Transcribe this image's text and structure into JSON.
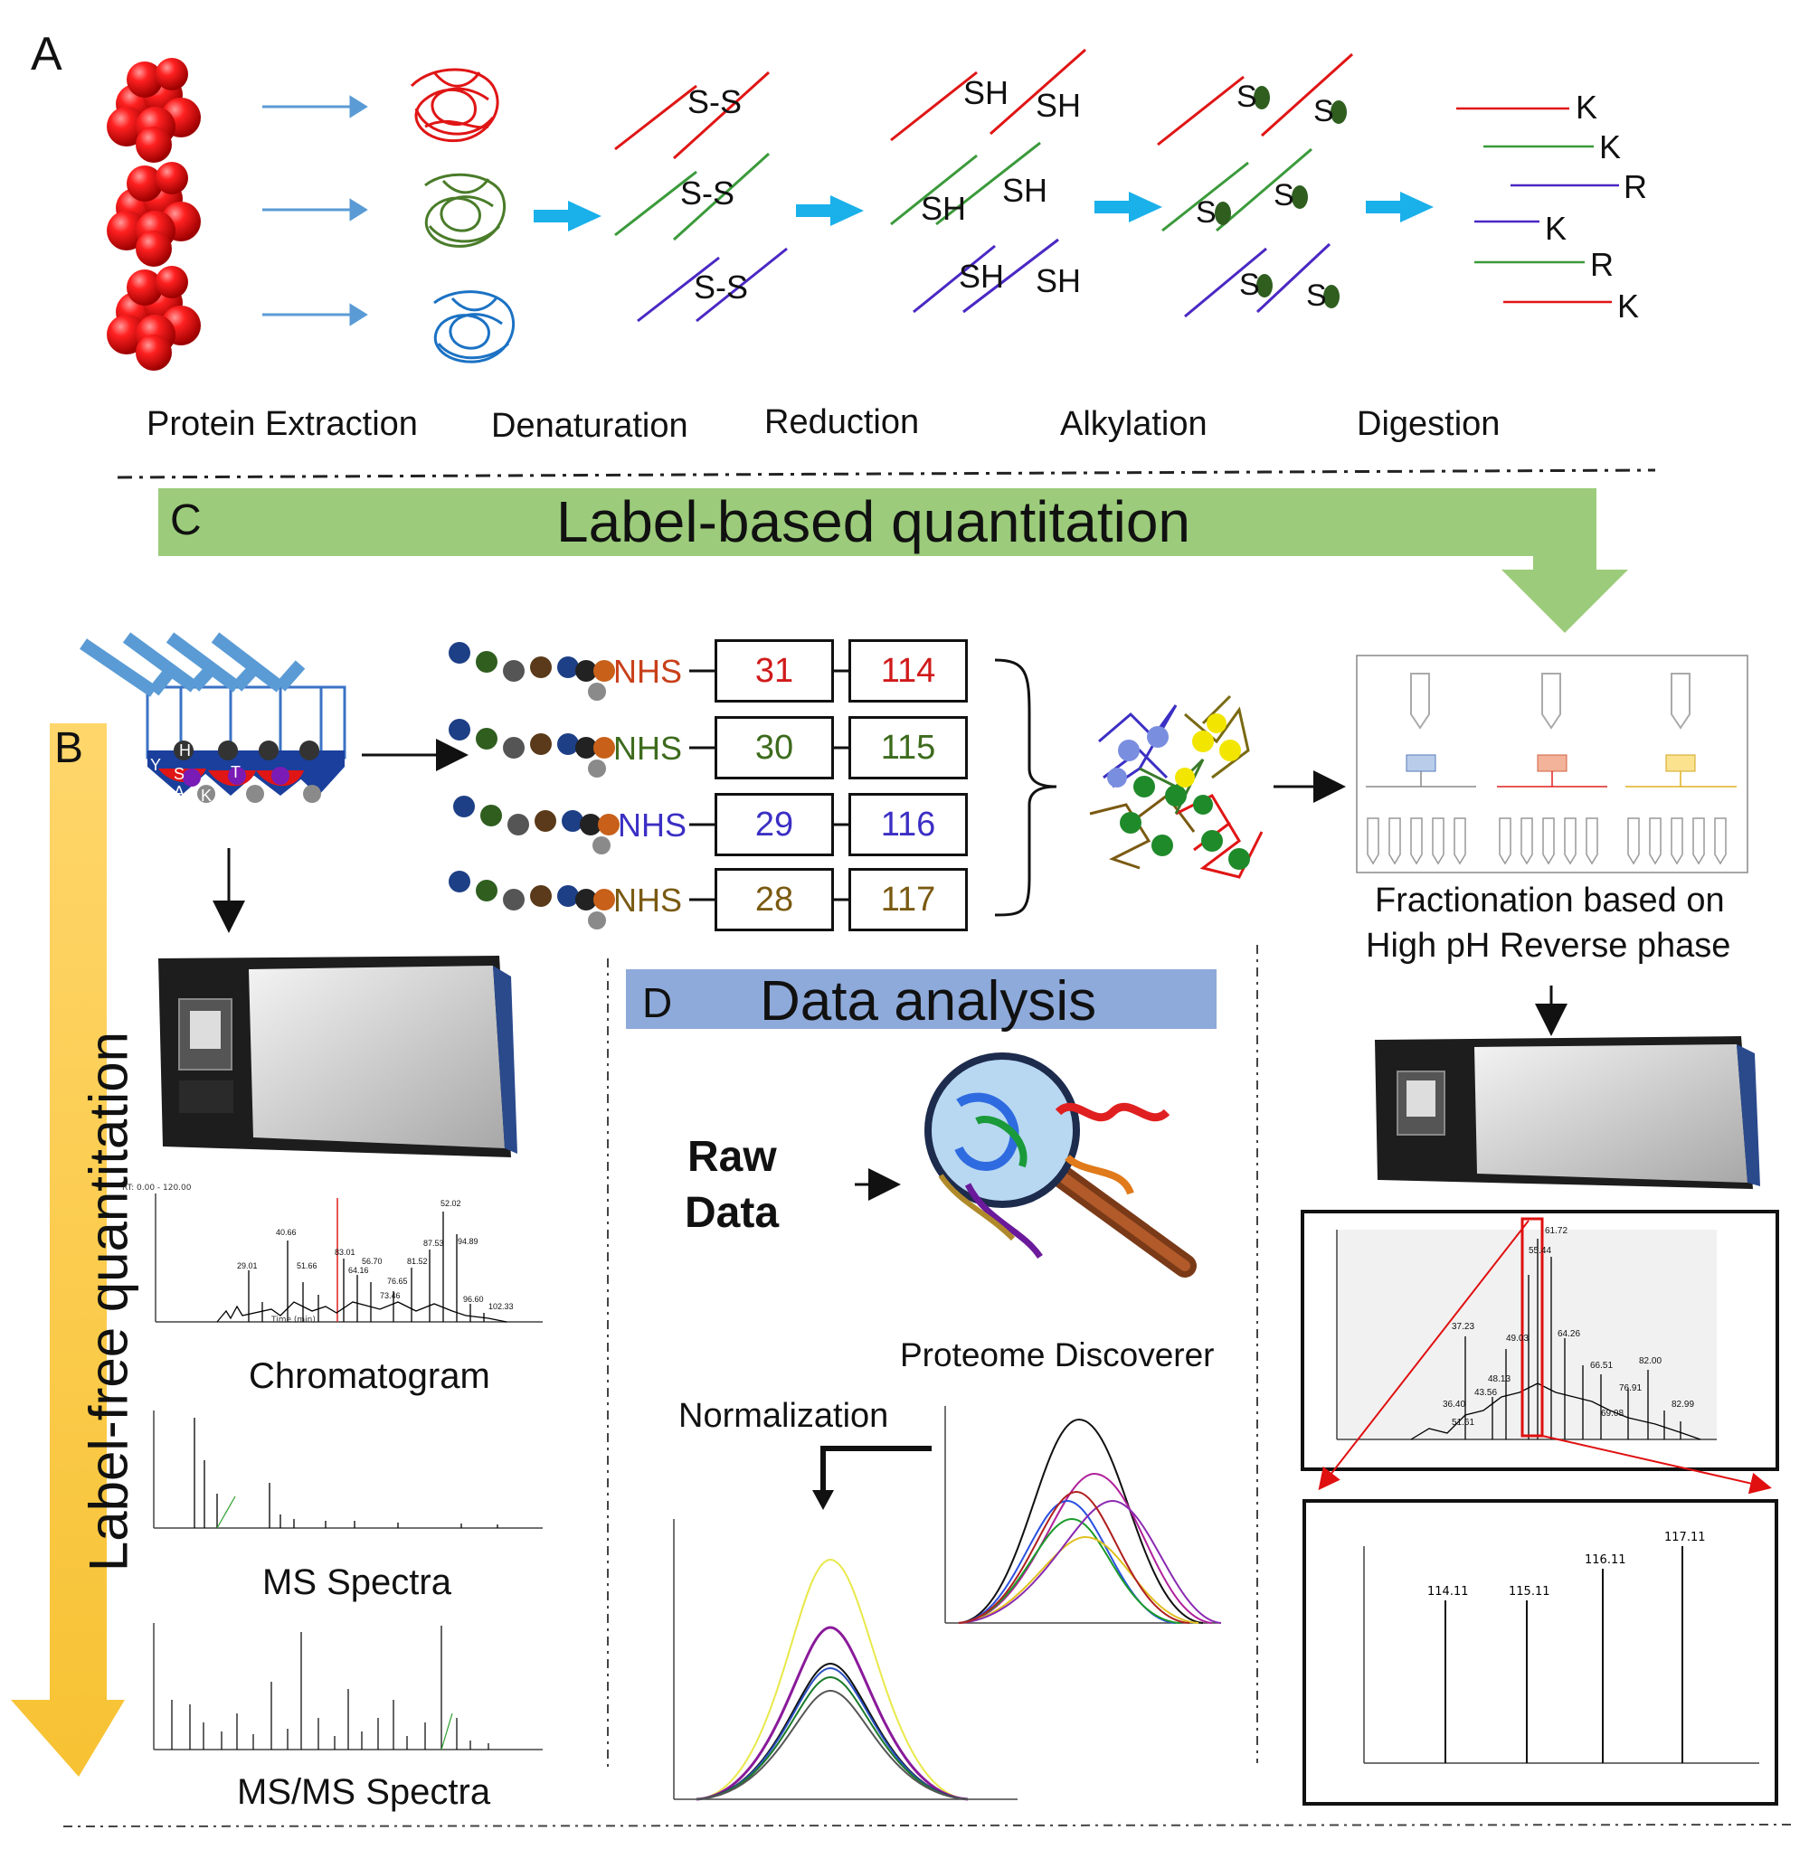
{
  "panel_a": {
    "letter": "A",
    "steps": [
      "Protein Extraction",
      "Denaturation",
      "Reduction",
      "Alkylation",
      "Digestion"
    ],
    "disulfide": "S-S",
    "thiol": "SH",
    "alkyl_s": "S",
    "residues": [
      "K",
      "K",
      "R",
      "K",
      "R",
      "K"
    ]
  },
  "panel_b": {
    "letter": "B",
    "title": "Label-free quantitation",
    "antibody_letters": [
      "Y",
      "S",
      "H",
      "T",
      "A",
      "K"
    ],
    "chromatogram_label": "Chromatogram",
    "ms_label": "MS Spectra",
    "msms_label": "MS/MS Spectra"
  },
  "panel_c": {
    "letter": "C",
    "title": "Label-based quantitation",
    "nhs": "NHS",
    "tags": [
      {
        "reporter": "31",
        "mass": "114",
        "color": "#d01a1a"
      },
      {
        "reporter": "30",
        "mass": "115",
        "color": "#3d6b1d"
      },
      {
        "reporter": "29",
        "mass": "116",
        "color": "#3b2fc4"
      },
      {
        "reporter": "28",
        "mass": "117",
        "color": "#7a5a12"
      }
    ],
    "fraction_label_1": "Fractionation based on",
    "fraction_label_2": "High pH Reverse phase"
  },
  "panel_d": {
    "letter": "D",
    "title": "Data analysis",
    "raw_1": "Raw",
    "raw_2": "Data",
    "software": "Proteome Discoverer",
    "normalization": "Normalization"
  },
  "peak_labels": {
    "chrom_left": [
      "40.66",
      "52.02",
      "94.89",
      "87.53",
      "81.52",
      "83.01",
      "56.70",
      "64.16",
      "76.65",
      "29.01",
      "51.66",
      "73.46",
      "96.60",
      "102.33"
    ],
    "chrom_right": [
      "61.72",
      "55.44",
      "49.03",
      "37.23",
      "64.26",
      "66.51",
      "82.00",
      "48.13",
      "43.56",
      "36.40",
      "51.61",
      "76.91",
      "82.99",
      "69.08"
    ],
    "reporter_ions": [
      "114.11",
      "115.11",
      "116.11",
      "117.11"
    ]
  }
}
